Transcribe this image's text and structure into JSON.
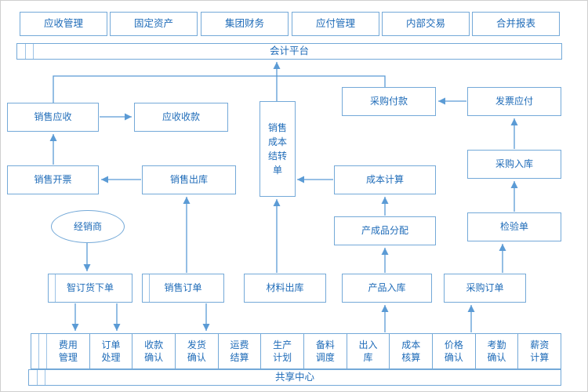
{
  "top_modules": [
    {
      "label": "应收管理"
    },
    {
      "label": "固定资产"
    },
    {
      "label": "集团财务"
    },
    {
      "label": "应付管理"
    },
    {
      "label": "内部交易"
    },
    {
      "label": "合并报表"
    }
  ],
  "platforms": {
    "accounting": "会计平台",
    "shared": "共享中心"
  },
  "nodes": {
    "sales_receivable": "销售应收",
    "receivable_collection": "应收收款",
    "sales_invoicing": "销售开票",
    "sales_outbound": "销售出库",
    "distributor": "经销商",
    "order_placement": "智订货下单",
    "sales_order": "销售订单",
    "sales_cost_carryover": "销售成本结转单",
    "purchase_payment": "采购付款",
    "invoice_payable": "发票应付",
    "purchase_inbound": "采购入库",
    "cost_calculation": "成本计算",
    "finished_goods_allocation": "产成品分配",
    "inspection_doc": "检验单",
    "material_outbound": "材料出库",
    "product_inbound": "产品入库",
    "purchase_order": "采购订单"
  },
  "bottom_cells": [
    {
      "label": "费用管理"
    },
    {
      "label": "订单处理"
    },
    {
      "label": "收款确认"
    },
    {
      "label": "发货确认"
    },
    {
      "label": "运费结算"
    },
    {
      "label": "生产计划"
    },
    {
      "label": "备料调度"
    },
    {
      "label": "出入库"
    },
    {
      "label": "成本核算"
    },
    {
      "label": "价格确认"
    },
    {
      "label": "考勤确认"
    },
    {
      "label": "薪资计算"
    }
  ],
  "colors": {
    "box_border": "#74a9d8",
    "inner_line": "#9dc3e6",
    "text": "#1e6bb8",
    "arrow": "#5b9bd5",
    "background": "#ffffff"
  }
}
